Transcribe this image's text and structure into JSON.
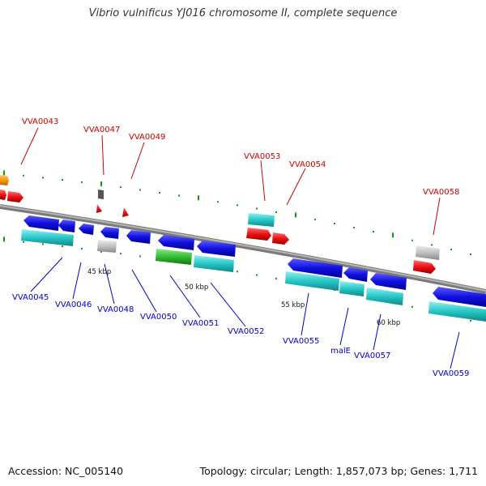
{
  "title": "Vibrio vulnificus YJ016 chromosome II, complete sequence",
  "footer": {
    "accession": "Accession: NC_005140",
    "summary": "Topology: circular; Length: 1,857,073 bp; Genes: 1,711"
  },
  "colors": {
    "backbone": "#8a8a8a",
    "blue": "#1010e0",
    "cyan": "#26c6c6",
    "red": "#ee1010",
    "orange": "#ff9900",
    "green": "#33bb33",
    "gray": "#c0c0c0",
    "dark_gray": "#555555",
    "tick": "#119911",
    "label_red": "#cc0000",
    "label_blue": "#0000cc"
  },
  "scale_labels": [
    "45 kbp",
    "50 kbp",
    "55 kbp",
    "60 kbp"
  ],
  "gene_labels_top": [
    "VVA0043",
    "VVA0047",
    "VVA0049",
    "VVA0053",
    "VVA0054",
    "VVA0058"
  ],
  "gene_labels_bottom": [
    "VVA0045",
    "VVA0046",
    "VVA0048",
    "VVA0050",
    "VVA0051",
    "VVA0052",
    "VVA0055",
    "malE",
    "VVA0057",
    "VVA0059"
  ]
}
